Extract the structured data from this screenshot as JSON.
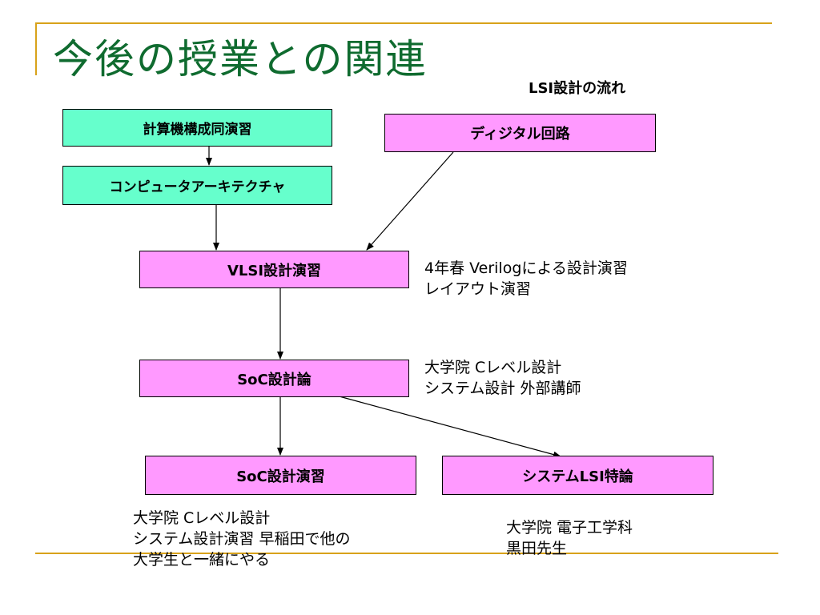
{
  "title": "今後の授業との関連",
  "subtitle": "LSI設計の流れ",
  "boxes": {
    "keisanki": "計算機構成同演習",
    "computer_arch": "コンピュータアーキテクチャ",
    "digital": "ディジタル回路",
    "vlsi": "VLSI設計演習",
    "soc_ron": "SoC設計論",
    "soc_enshu": "SoC設計演習",
    "system_lsi": "システムLSI特論"
  },
  "notes": {
    "vlsi": [
      "4年春 Verilogによる設計演習",
      "レイアウト演習"
    ],
    "soc_ron": [
      "大学院 Cレベル設計",
      "システム設計 外部講師"
    ],
    "soc_enshu": [
      "大学院 Cレベル設計",
      "システム設計演習 早稲田で他の",
      "大学生と一緒にやる"
    ],
    "system_lsi": [
      "大学院 電子工学科",
      "黒田先生"
    ]
  },
  "colors": {
    "title": "#0f6b2f",
    "accent_rule": "#d8a21a",
    "green_box": "#66ffcc",
    "pink_box": "#ff99ff"
  }
}
